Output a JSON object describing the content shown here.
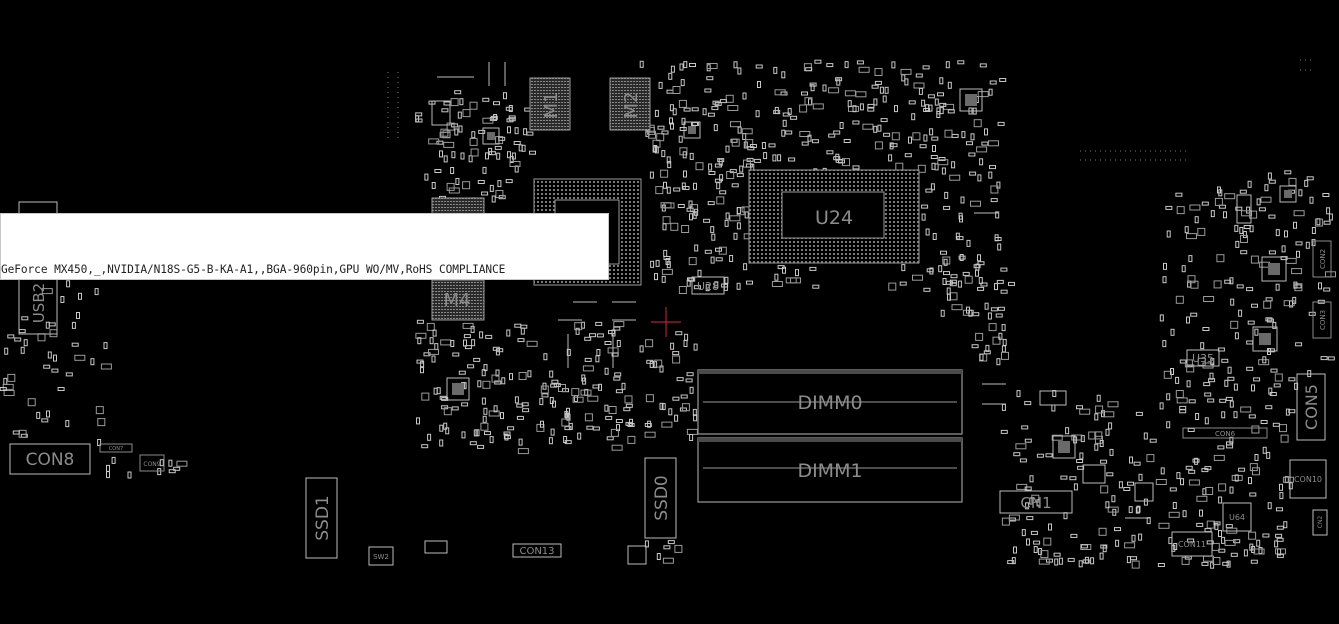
{
  "components": {
    "u24": "U24",
    "m1": "M1",
    "m2": "M2",
    "m4": "M4",
    "u28": "U28",
    "u35": "U35",
    "dimm0": "DIMM0",
    "dimm1": "DIMM1",
    "ssd0": "SSD0",
    "ssd1": "SSD1",
    "usb2": "USB2",
    "con8": "CON8",
    "con5": "CON5",
    "cn1": "CN1",
    "con10": "CON10",
    "con11": "CON11",
    "con13": "CON13",
    "sw2": "SW2",
    "con2": "CON2",
    "con3": "CON3",
    "con6": "CON6",
    "con7": "CON7",
    "con9": "CON9",
    "u64": "U64",
    "cn2": "CN2"
  },
  "tooltip": {
    "text": "GeForce MX450,_,NVIDIA/N18S-G5-B-KA-A1,,BGA-960pin,GPU WO/MV,RoHS COMPLIANCE"
  },
  "colors": {
    "background": "#000000",
    "outline": "#bcbcbc",
    "label": "#8c8c8c",
    "tooltip_bg": "#ffffff"
  }
}
